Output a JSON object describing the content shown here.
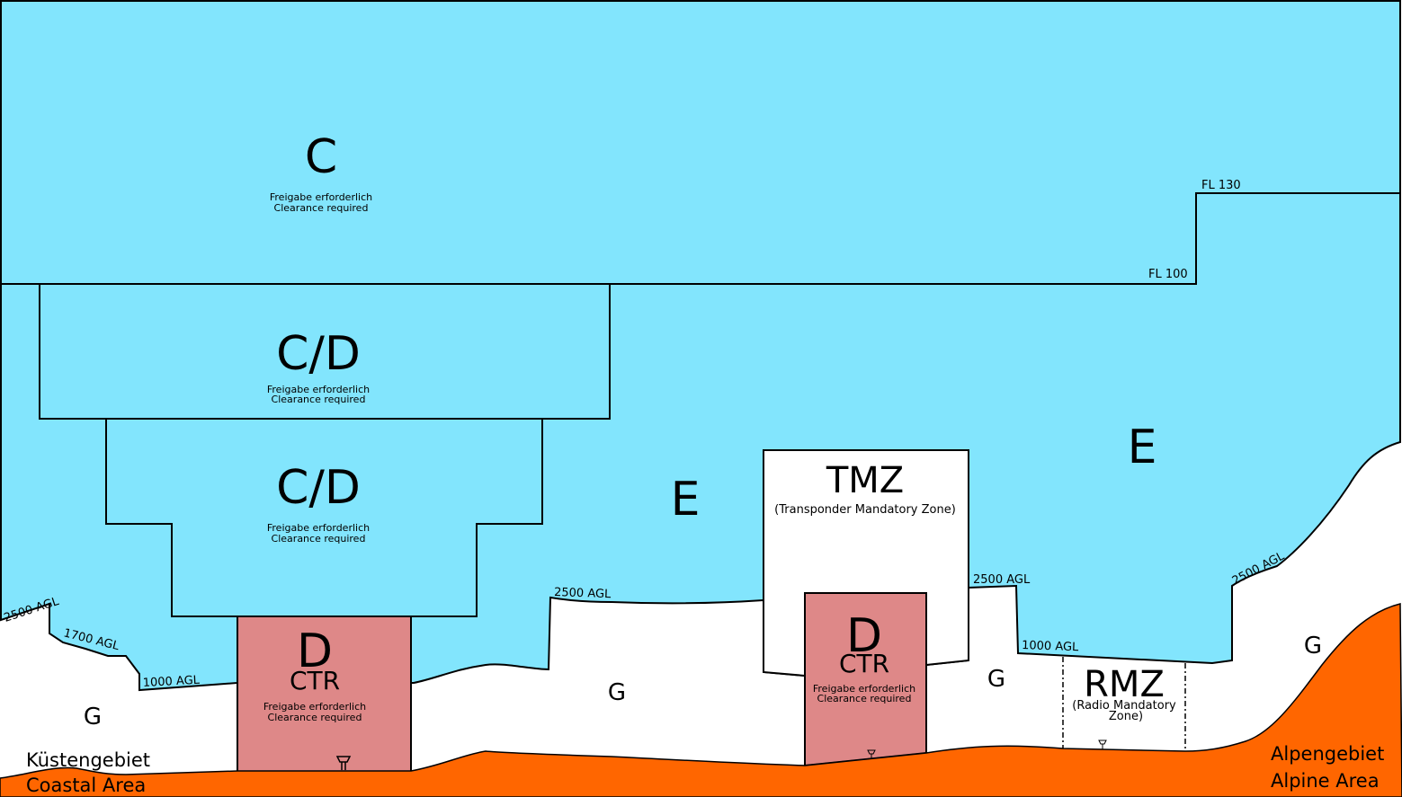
{
  "colors": {
    "controlled": "#82e5fd",
    "uncontrolled": "#ffffff",
    "ctr": "#de8888",
    "terrain": "#ff6600",
    "outline": "#000000"
  },
  "airspace_c": {
    "label": "C",
    "note_de": "Freigabe erforderlich",
    "note_en": "Clearance required"
  },
  "airspace_cd_upper": {
    "label": "C/D",
    "note_de": "Freigabe erforderlich",
    "note_en": "Clearance required"
  },
  "airspace_cd_lower": {
    "label": "C/D",
    "note_de": "Freigabe erforderlich",
    "note_en": "Clearance required"
  },
  "airspace_e_left": {
    "label": "E"
  },
  "airspace_e_right": {
    "label": "E"
  },
  "ctr_left": {
    "class": "D",
    "type": "CTR",
    "note_de": "Freigabe erforderlich",
    "note_en": "Clearance required"
  },
  "ctr_right": {
    "class": "D",
    "type": "CTR",
    "note_de": "Freigabe erforderlich",
    "note_en": "Clearance required"
  },
  "tmz": {
    "label": "TMZ",
    "description": "(Transponder Mandatory Zone)"
  },
  "rmz": {
    "label": "RMZ",
    "description_line1": "(Radio Mandatory",
    "description_line2": "Zone)"
  },
  "class_g": {
    "label": "G"
  },
  "altitudes": {
    "fl130": "FL 130",
    "fl100": "FL 100",
    "agl2500_left": "2500 AGL",
    "agl1700": "1700 AGL",
    "agl1000_left": "1000 AGL",
    "agl2500_mid": "2500 AGL",
    "agl2500_tmz": "2500 AGL",
    "agl1000_rmz": "1000 AGL",
    "agl2500_right": "2500 AGL"
  },
  "regions": {
    "coastal_de": "Küstengebiet",
    "coastal_en": "Coastal Area",
    "alpine_de": "Alpengebiet",
    "alpine_en": "Alpine Area"
  },
  "icons": [
    "control-tower-icon"
  ]
}
